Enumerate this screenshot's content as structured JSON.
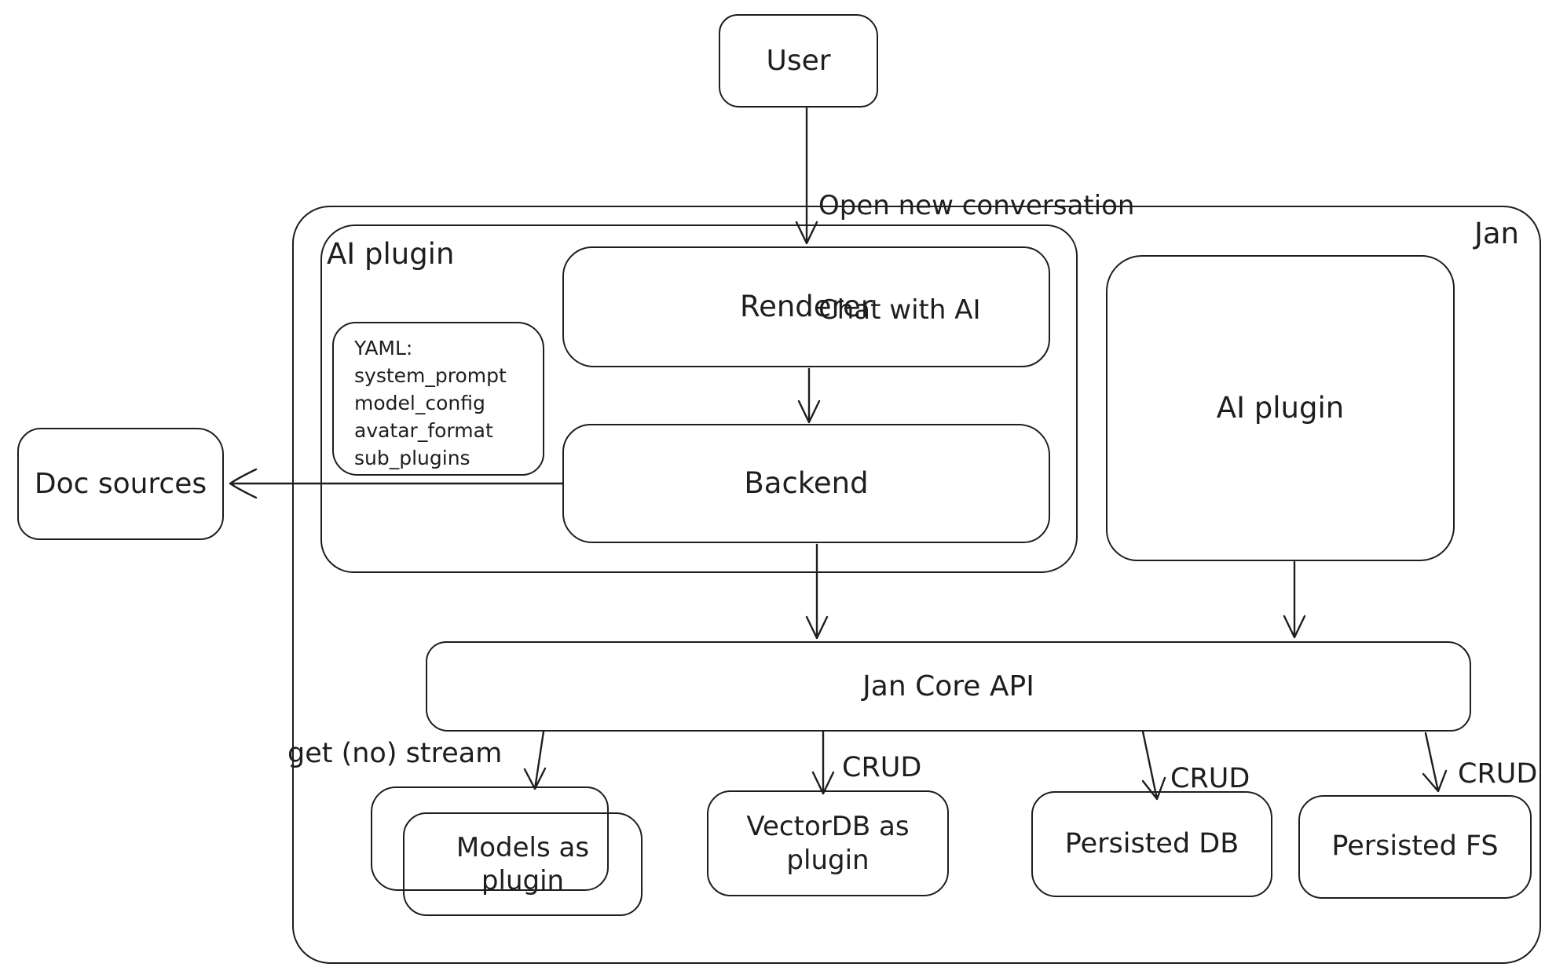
{
  "diagram": {
    "container_label": "Jan",
    "nodes": {
      "user": {
        "label": "User"
      },
      "ai_plugin_group": {
        "label": "AI plugin"
      },
      "renderer": {
        "label": "Renderer"
      },
      "backend": {
        "label": "Backend"
      },
      "ai_plugin": {
        "label": "AI plugin"
      },
      "doc_sources": {
        "label": "Doc sources"
      },
      "jan_core_api": {
        "label": "Jan Core API"
      },
      "models_as_plugin": {
        "label": "Models as plugin"
      },
      "vectordb_as_plugin": {
        "label": "VectorDB as plugin"
      },
      "persisted_db": {
        "label": "Persisted DB"
      },
      "persisted_fs": {
        "label": "Persisted FS"
      }
    },
    "yaml_note": {
      "title": "YAML:",
      "lines": [
        "system_prompt",
        "model_config",
        "avatar_format",
        "sub_plugins"
      ]
    },
    "edge_labels": {
      "user_to_renderer_line1": "Open new conversation",
      "user_to_renderer_line2": "Chat with AI",
      "get_no_stream": "get (no) stream",
      "crud_vectordb": "CRUD",
      "crud_persisted_db": "CRUD",
      "crud_persisted_fs": "CRUD"
    },
    "colors": {
      "stroke": "#1e1e1e",
      "background": "#ffffff"
    }
  }
}
